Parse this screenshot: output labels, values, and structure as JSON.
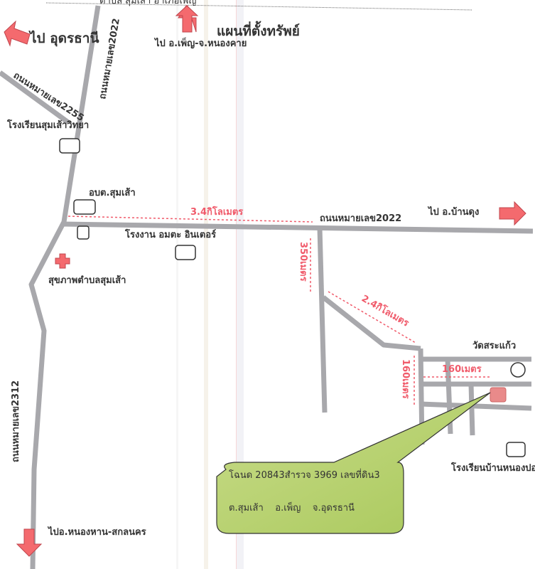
{
  "map": {
    "header_text": "ตำบล สุมเส้า อำเภอเพ็ญ",
    "title": "แผนที่ตั้งทรัพย์",
    "directions": {
      "to_udon": "ไป อุดรธานี",
      "to_phen_nongkhai": "ไป อ.เพ็ญ-จ.หนองคาย",
      "to_ban_dung": "ไป อ.บ้านดุง",
      "to_nonghan_sakon": "ไปอ.หนองหาน-สกลนคร"
    },
    "roads": {
      "hwy_2022_north": "ถนนหมายเลข2022",
      "hwy_2255": "ถนนหมายเลข2255",
      "hwy_2022_east": "ถนนหมายเลข2022",
      "hwy_2312": "ถนนหมายเลข2312"
    },
    "places": {
      "school_sumsao": "โรงเรียนสุมเส้าวิทยา",
      "tao_sumsao": "อบต.สุมเส้า",
      "factory": "โรงงาน อมตะ อินเตอร์",
      "health_center": "สุขภาพตำบลสุมเส้า",
      "temple": "วัดสระแก้ว",
      "school_bannongpo": "โรงเรียนบ้านหนองปอ"
    },
    "distances": {
      "d_34km": "3.4กิโลเมตร",
      "d_350m": "350เมตร",
      "d_24km": "2.4กิโลเมตร",
      "d_160m_vertical": "160เมตร",
      "d_160m_horizontal": "160เมตร"
    },
    "deed_box": {
      "line1": "โฉนด 20843สำรวจ 3969 เลขที่ดิน3",
      "line2": "ต.สุมเส้า    อ.เพ็ญ    จ.อุดรธานี"
    }
  }
}
